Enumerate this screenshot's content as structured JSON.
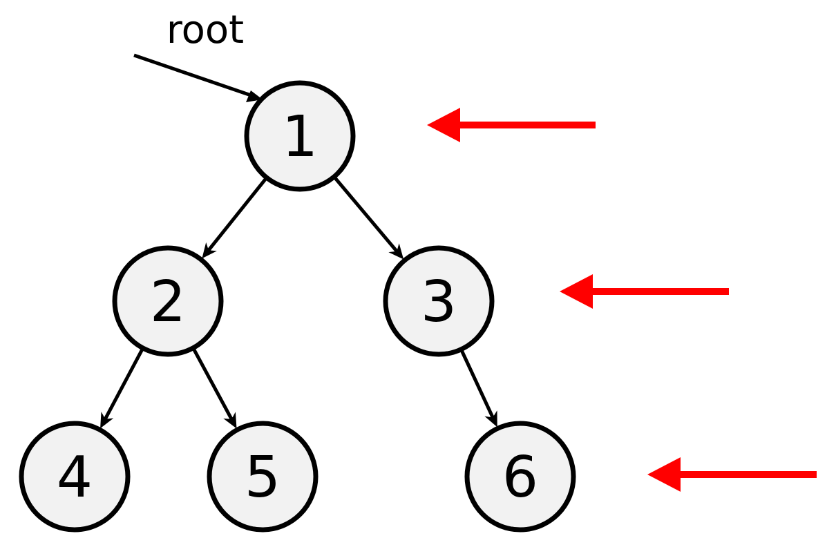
{
  "diagram": {
    "type": "binary-tree",
    "root_label": "root",
    "nodes": [
      {
        "id": "1",
        "label": "1",
        "level": 0
      },
      {
        "id": "2",
        "label": "2",
        "level": 1
      },
      {
        "id": "3",
        "label": "3",
        "level": 1
      },
      {
        "id": "4",
        "label": "4",
        "level": 2
      },
      {
        "id": "5",
        "label": "5",
        "level": 2
      },
      {
        "id": "6",
        "label": "6",
        "level": 2
      }
    ],
    "edges": [
      {
        "from": "1",
        "to": "2"
      },
      {
        "from": "1",
        "to": "3"
      },
      {
        "from": "2",
        "to": "4"
      },
      {
        "from": "2",
        "to": "5"
      },
      {
        "from": "3",
        "to": "6"
      }
    ],
    "level_markers": [
      {
        "level": 0
      },
      {
        "level": 1
      },
      {
        "level": 2
      }
    ],
    "colors": {
      "node_fill": "#f2f2f2",
      "node_stroke": "#000000",
      "edge": "#000000",
      "level_marker": "#ff0000"
    }
  }
}
